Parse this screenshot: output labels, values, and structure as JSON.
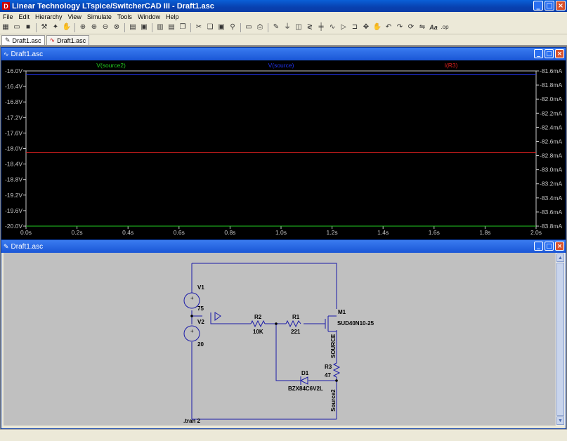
{
  "app": {
    "title": "Linear Technology LTspice/SwitcherCAD III - Draft1.asc",
    "icon_letter": "D"
  },
  "menu": [
    "File",
    "Edit",
    "Hierarchy",
    "View",
    "Simulate",
    "Tools",
    "Window",
    "Help"
  ],
  "toolbar_icons": [
    "new-schematic",
    "open",
    "save",
    "setup",
    "run",
    "halt",
    "zoom-area",
    "zoom-in",
    "zoom-out",
    "zoom-fit",
    "autorange",
    "grid",
    "tile-vertical",
    "tile-horizontal",
    "cascade",
    "cut",
    "copy",
    "paste",
    "find",
    "print-preview",
    "print",
    "wire",
    "ground",
    "label-net",
    "resistor",
    "capacitor",
    "inductor",
    "diode",
    "component",
    "move",
    "drag",
    "undo",
    "redo",
    "rotate",
    "mirror",
    "text",
    "spice-directive"
  ],
  "tabs": [
    {
      "label": "Draft1.asc",
      "icon": "schematic",
      "active": true
    },
    {
      "label": "Draft1.asc",
      "icon": "waveform",
      "active": false
    }
  ],
  "waveform_window": {
    "title": "Draft1.asc"
  },
  "schematic_window": {
    "title": "Draft1.asc"
  },
  "chart_data": {
    "type": "line",
    "traces": [
      {
        "name": "V(source2)",
        "color": "#22cc22"
      },
      {
        "name": "V(source)",
        "color": "#2233ee"
      },
      {
        "name": "I(R3)",
        "color": "#e02020"
      }
    ],
    "x": [
      0.0,
      2.0
    ],
    "xticks": [
      "0.0s",
      "0.2s",
      "0.4s",
      "0.6s",
      "0.8s",
      "1.0s",
      "1.2s",
      "1.4s",
      "1.6s",
      "1.8s",
      "2.0s"
    ],
    "xlim": [
      0,
      2
    ],
    "left_axis": {
      "ticks": [
        "-16.0V",
        "-16.4V",
        "-16.8V",
        "-17.2V",
        "-17.6V",
        "-18.0V",
        "-18.4V",
        "-18.8V",
        "-19.2V",
        "-19.6V",
        "-20.0V"
      ],
      "lim": [
        -20.0,
        -16.0
      ]
    },
    "right_axis": {
      "ticks": [
        "-81.6mA",
        "-81.8mA",
        "-82.0mA",
        "-82.2mA",
        "-82.4mA",
        "-82.6mA",
        "-82.8mA",
        "-83.0mA",
        "-83.2mA",
        "-83.4mA",
        "-83.6mA",
        "-83.8mA"
      ],
      "lim": [
        -83.8,
        -81.6
      ]
    },
    "series": [
      {
        "name": "V(source2)",
        "axis": "left",
        "values": [
          -20.0,
          -20.0
        ]
      },
      {
        "name": "V(source)",
        "axis": "left",
        "values": [
          -16.1,
          -16.1
        ]
      },
      {
        "name": "I(R3)",
        "axis": "right",
        "values": [
          -82.76,
          -82.76
        ]
      }
    ],
    "grid": false
  },
  "schematic": {
    "components": [
      {
        "ref": "V1",
        "value": "75"
      },
      {
        "ref": "V2",
        "value": "20"
      },
      {
        "ref": "R2",
        "value": "10K"
      },
      {
        "ref": "R1",
        "value": "221"
      },
      {
        "ref": "M1",
        "value": "SUD40N10-25"
      },
      {
        "ref": "R3",
        "value": "47"
      },
      {
        "ref": "D1",
        "value": "BZX84C6V2L"
      }
    ],
    "net_labels": [
      "SOURCE",
      "Source2"
    ],
    "directive": ".tran 2"
  }
}
